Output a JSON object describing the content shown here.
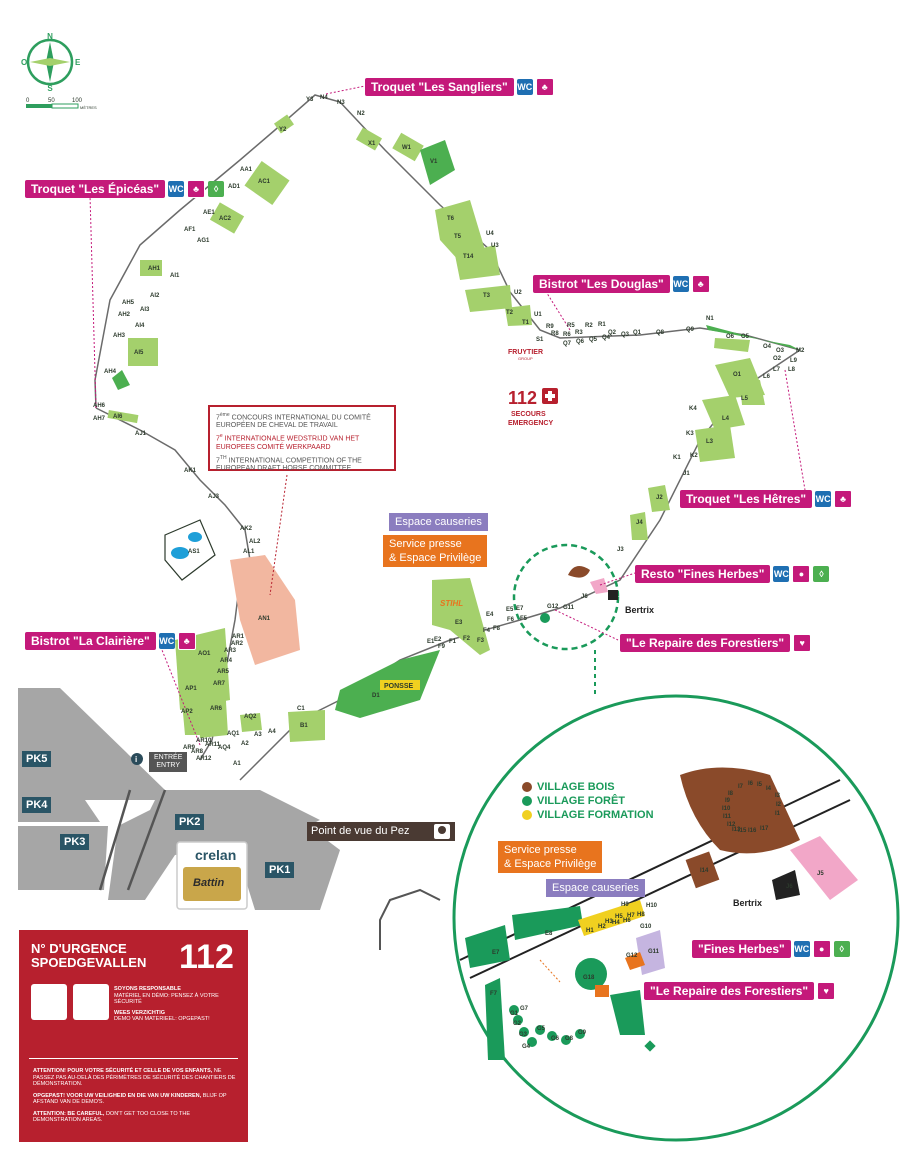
{
  "compass": {
    "north": "N",
    "south": "S",
    "east": "E",
    "west": "O"
  },
  "scale": {
    "ticks": [
      "0",
      "50",
      "100"
    ],
    "unit": "MÈTRES"
  },
  "venues": {
    "sangliers": {
      "name": "Troquet \"Les Sangliers\"",
      "icons": [
        "wc-icon",
        "bar-icon"
      ]
    },
    "epiceas": {
      "name": "Troquet \"Les Épicéas\"",
      "icons": [
        "wc-icon",
        "bar-icon",
        "leaf-icon"
      ]
    },
    "douglas": {
      "name": "Bistrot \"Les Douglas\"",
      "icons": [
        "wc-icon",
        "bar-icon"
      ]
    },
    "hetres": {
      "name": "Troquet \"Les Hêtres\"",
      "icons": [
        "wc-icon",
        "bar-icon"
      ]
    },
    "fines_herbes": {
      "name": "Resto \"Fines Herbes\"",
      "icons": [
        "wc-icon",
        "food-icon",
        "leaf-icon"
      ]
    },
    "repaire": {
      "name": "\"Le Repaire des Forestiers\"",
      "icons": [
        "wine-icon"
      ]
    },
    "clairiere": {
      "name": "Bistrot \"La Clairière\"",
      "icons": [
        "wc-icon",
        "bar-icon"
      ]
    }
  },
  "icon_text": {
    "wc": "WC"
  },
  "competition": {
    "fr_sup": "ème",
    "fr_num": "7",
    "fr": "CONCOURS INTERNATIONAL DU COMITÉ EUROPÉEN DE CHEVAL DE TRAVAIL",
    "nl_sup": "e",
    "nl_num": "7",
    "nl": "INTERNATIONALE WEDSTRIJD VAN HET EUROPEES COMITÉ WERKPAARD",
    "en_sup": "TH",
    "en_num": "7",
    "en": "INTERNATIONAL COMPETITION OF THE EUROPEAN DRAFT HORSE COMMITTEE"
  },
  "secours": {
    "number": "112",
    "line1": "SECOURS",
    "line2": "EMERGENCY"
  },
  "fruytier": {
    "name": "FRUYTIER",
    "sub": "GROUP"
  },
  "stihl": "STIHL",
  "ponsse": "PONSSE",
  "espace_causeries": "Espace causeries",
  "service_presse_1": "Service presse",
  "service_presse_2": "& Espace Privilège",
  "bertrix": "Bertrix",
  "entree": {
    "line1": "ENTRÉE",
    "line2": "ENTRY"
  },
  "info": "i",
  "point_de_vue": "Point de vue du Pez",
  "parkings": [
    "PK1",
    "PK2",
    "PK3",
    "PK4",
    "PK5"
  ],
  "sponsors": {
    "crelan": "crelan",
    "battin": "Battin"
  },
  "inset": {
    "legend": [
      {
        "label": "VILLAGE BOIS",
        "color": "#8a4a2a"
      },
      {
        "label": "VILLAGE FORÊT",
        "color": "#1a9a5a"
      },
      {
        "label": "VILLAGE FORMATION",
        "color": "#f0d020"
      }
    ],
    "fines_herbes": "\"Fines Herbes\"",
    "repaire": "\"Le Repaire des Forestiers\""
  },
  "emergency": {
    "title1": "N° D'URGENCE",
    "title2": "SPOEDGEVALLEN",
    "number": "112",
    "fr_bold": "SOYONS RESPONSABLE",
    "fr_text": "MATÉRIEL EN DÉMO: PENSEZ À VOTRE SÉCURITÉ",
    "nl_bold": "WEES VERZICHTIG",
    "nl_text": "DEMO VAN MATERIEEL: OPGEPAST!",
    "warn1_bold": "ATTENTION! POUR VOTRE SÉCURITÉ ET CELLE DE VOS ENFANTS,",
    "warn1_text": "NE PASSEZ PAS AU-DELÀ DES PÉRIMÈTRES DE SÉCURITÉ DES CHANTIERS DE DÉMONSTRATION.",
    "warn2_bold": "OPGEPAST! VOOR UW VEILIGHEID EN DIE VAN UW KINDEREN,",
    "warn2_text": "BLIJF OP AFSTAND VAN DE DEMO'S.",
    "warn3_bold": "ATTENTION: BE CAREFUL,",
    "warn3_text": "DON'T GET TOO CLOSE TO THE DEMONSTRATION AREAS."
  },
  "colors": {
    "plot": "#a4d06c",
    "path": "#6b6b6b",
    "venue": "#c4197a",
    "parking": "#a6a6a6",
    "emergency": "#b7202e",
    "inset": "#1a9a5a",
    "an1": "#f2b7a0"
  },
  "plot_labels": [
    "Y2",
    "Y3",
    "N4",
    "N3",
    "N2",
    "X1",
    "W1",
    "V1",
    "T6",
    "T5",
    "T14",
    "U4",
    "U3",
    "U2",
    "T3",
    "T2",
    "T1",
    "U1",
    "S1",
    "R9",
    "R8",
    "R5",
    "R6",
    "R3",
    "R2",
    "R1",
    "Q7",
    "Q6",
    "Q5",
    "Q4",
    "Q2",
    "Q3",
    "Q1",
    "Q8",
    "Q9",
    "N1",
    "O6",
    "O5",
    "O4",
    "O3",
    "O2",
    "O1",
    "M2",
    "L9",
    "L8",
    "L7",
    "L6",
    "L5",
    "L4",
    "L3",
    "K4",
    "K3",
    "K2",
    "K1",
    "J1",
    "J2",
    "J3",
    "J4",
    "AA1",
    "AD1",
    "AC1",
    "AE1",
    "AF1",
    "AC2",
    "AG1",
    "AH1",
    "AI1",
    "AI2",
    "AI3",
    "AH5",
    "AH2",
    "AI4",
    "AH3",
    "AI5",
    "AH4",
    "AH6",
    "AH7",
    "AI6",
    "AJ1",
    "AK1",
    "AJ3",
    "AK2",
    "AL2",
    "AL1",
    "AS1",
    "AN1",
    "AO1",
    "AR1",
    "AR2",
    "AR3",
    "AR4",
    "AR5",
    "AR7",
    "AP1",
    "AR6",
    "AP2",
    "AR9",
    "AR10",
    "AR11",
    "AR12",
    "AR8",
    "AQ4",
    "AQ1",
    "AQ2",
    "A1",
    "A2",
    "A3",
    "A4",
    "B1",
    "C1",
    "D1",
    "E1",
    "E2",
    "E3",
    "E4",
    "E5",
    "E7",
    "F1",
    "F2",
    "F3",
    "F4",
    "F8",
    "F9",
    "F6",
    "F5",
    "G12",
    "G11",
    "J6"
  ],
  "inset_labels": [
    "I7",
    "I6",
    "I5",
    "I4",
    "I3",
    "I8",
    "I9",
    "I10",
    "I11",
    "I12",
    "I13",
    "I2",
    "I1",
    "I15",
    "I16",
    "I17",
    "I14",
    "J6",
    "J5",
    "H1",
    "H2",
    "H3",
    "H4",
    "H5",
    "H6",
    "H7",
    "H8",
    "H9",
    "H10",
    "G10",
    "G11",
    "G12",
    "E7",
    "E8",
    "F7",
    "G1",
    "G2",
    "G3",
    "G4",
    "G5",
    "G6",
    "G7",
    "G8",
    "G9",
    "G18"
  ]
}
